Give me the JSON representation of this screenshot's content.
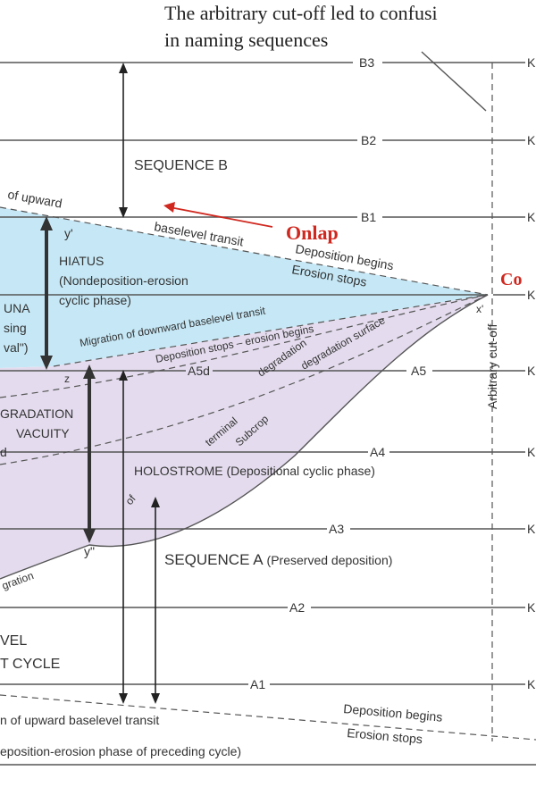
{
  "annotation": {
    "line1": "The arbitrary cut-off led to confusi",
    "line2": "in naming sequences"
  },
  "surfaces": {
    "b3": "B3",
    "b2": "B2",
    "b1": "B1",
    "a5": "A5",
    "a4": "A4",
    "a3": "A3",
    "a2": "A2",
    "a1": "A1",
    "a5d": "A5d"
  },
  "right_edge": {
    "k": "K"
  },
  "labels": {
    "sequence_b": "SEQUENCE B",
    "sequence_a_main": "SEQUENCE A",
    "sequence_a_sub": "(Preserved deposition)",
    "hiatus_1": "HIATUS",
    "hiatus_2": "(Nondeposition-erosion",
    "hiatus_3": "cyclic phase)",
    "holostrome": "HOLOSTROME (Depositional cyclic phase)",
    "lacuna_1": "UNA",
    "lacuna_2": "sing",
    "lacuna_3": "val\")",
    "degradation_1": "GRADATION",
    "degradation_2": "VACUITY",
    "d_frag": "d",
    "baselevel_1": "VEL",
    "baselevel_2": "T CYCLE",
    "of_upward": "of  upward",
    "baselevel_transit": "baselevel transit",
    "deposition_begins_top": "Deposition begins",
    "erosion_stops_top": "Erosion stops",
    "migration_downward": "Migration of downward baselevel transit",
    "deposition_stops": "Deposition stops – erosion begins",
    "degradation_surface": "degradation  surface",
    "subcrop": "Subcrop",
    "terminal": "terminal",
    "degradation_lower": "degradation",
    "of_frag": "of",
    "gration_frag": "gration",
    "arbitrary_cutoff": "Arbitrary           cut-off",
    "bottom_migration": "n of upward baselevel transit",
    "bottom_deposition": "Deposition begins",
    "bottom_erosion": "Erosion stops",
    "bottom_phase": "eposition-erosion phase of preceding cycle)",
    "y_prime": "y'",
    "z": "z",
    "y_double": "y\"",
    "x_prime": "x'"
  },
  "callouts": {
    "onlap": "Onlap",
    "con": "Co"
  },
  "colors": {
    "hiatus_fill": "#c6e8f6",
    "degradation_fill": "#e4dcee",
    "callout_red": "#d0281f",
    "line": "#555555"
  }
}
